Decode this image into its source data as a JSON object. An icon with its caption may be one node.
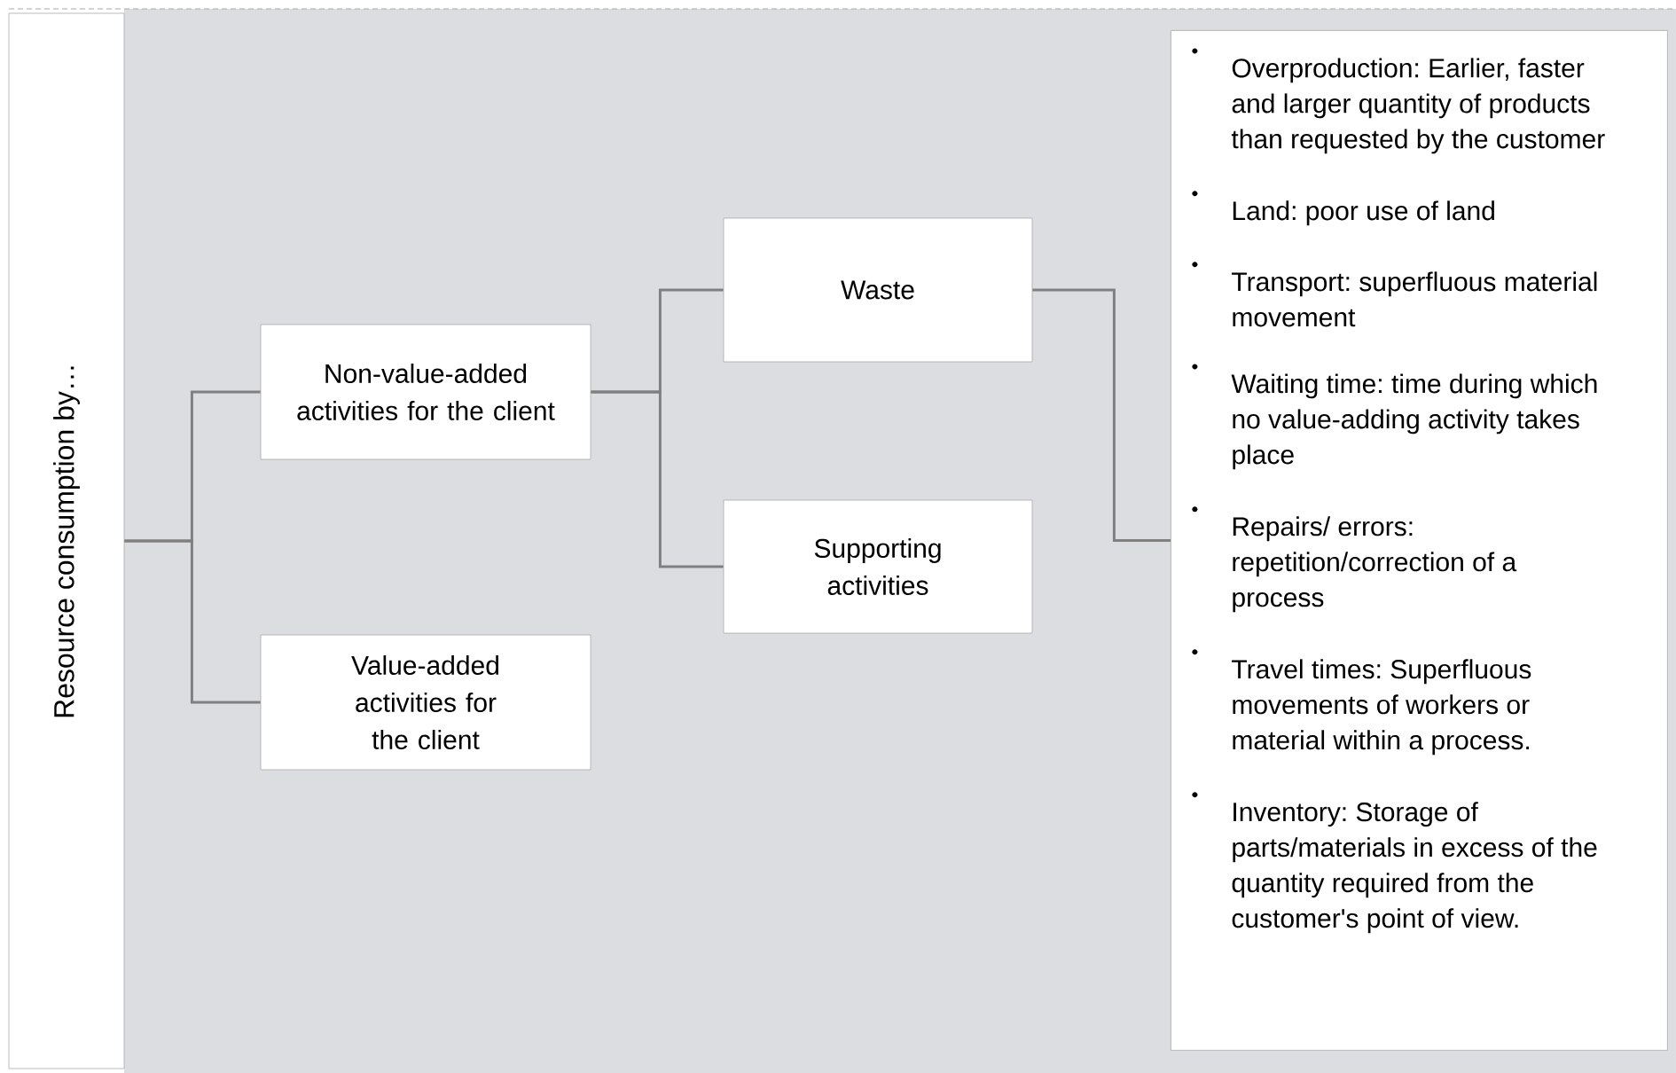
{
  "diagram": {
    "nodes": [
      {
        "text": [
          "Resource consumption by…"
        ]
      },
      {
        "text": [
          "Non-value-added activities for the client"
        ]
      },
      {
        "text": [
          "Value-added activities for the client"
        ]
      },
      {
        "text": [
          "Waste"
        ]
      },
      {
        "text": [
          "Supporting activities"
        ]
      },
      {
        "text": [
          "Overproduction: Earlier, faster and larger quantity of products than requested by the customer",
          "Land: poor use of land",
          "Transport: superfluous material movement",
          "Waiting time: time during which no value-adding activity takes place",
          "Repairs/ errors: repetition/correction of a process",
          "Travel times: Superfluous movements of workers or material within a process.",
          "Inventory: Storage of parts/materials in excess of the quantity required from the customer's point of view."
        ]
      }
    ],
    "edges": [
      {
        "from": 0,
        "to": 1,
        "arrow": "none"
      },
      {
        "from": 0,
        "to": 2,
        "arrow": "none"
      },
      {
        "from": 1,
        "to": 3,
        "arrow": "none"
      },
      {
        "from": 1,
        "to": 4,
        "arrow": "none"
      },
      {
        "from": 3,
        "to": 5,
        "arrow": "none"
      }
    ]
  }
}
